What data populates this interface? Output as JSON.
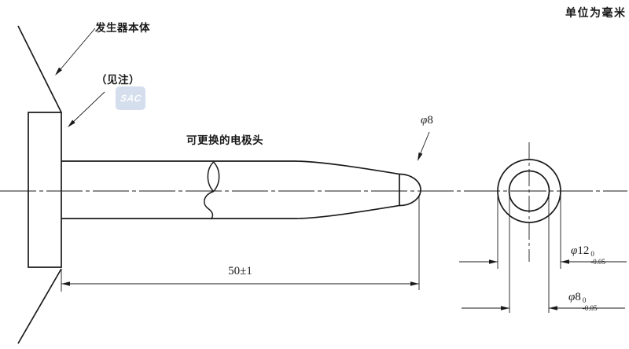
{
  "meta": {
    "units_note": "单位为毫米"
  },
  "labels": {
    "generator_body": "发生器本体",
    "see_note": "（见注）",
    "replaceable_tip": "可更换的电极头"
  },
  "dimensions": {
    "length": "50±1",
    "tip_diameter": {
      "symbol": "φ",
      "value": "8"
    },
    "outer_diameter": {
      "symbol": "φ",
      "value": "12",
      "upper": "0",
      "lower": "-0.05"
    },
    "inner_diameter": {
      "symbol": "φ",
      "value": "8",
      "upper": "0",
      "lower": "-0.05"
    }
  },
  "watermark": {
    "text": "SAC"
  },
  "colors": {
    "line": "#1a1a1a",
    "background": "#ffffff",
    "watermark": "#cdd9eb"
  }
}
